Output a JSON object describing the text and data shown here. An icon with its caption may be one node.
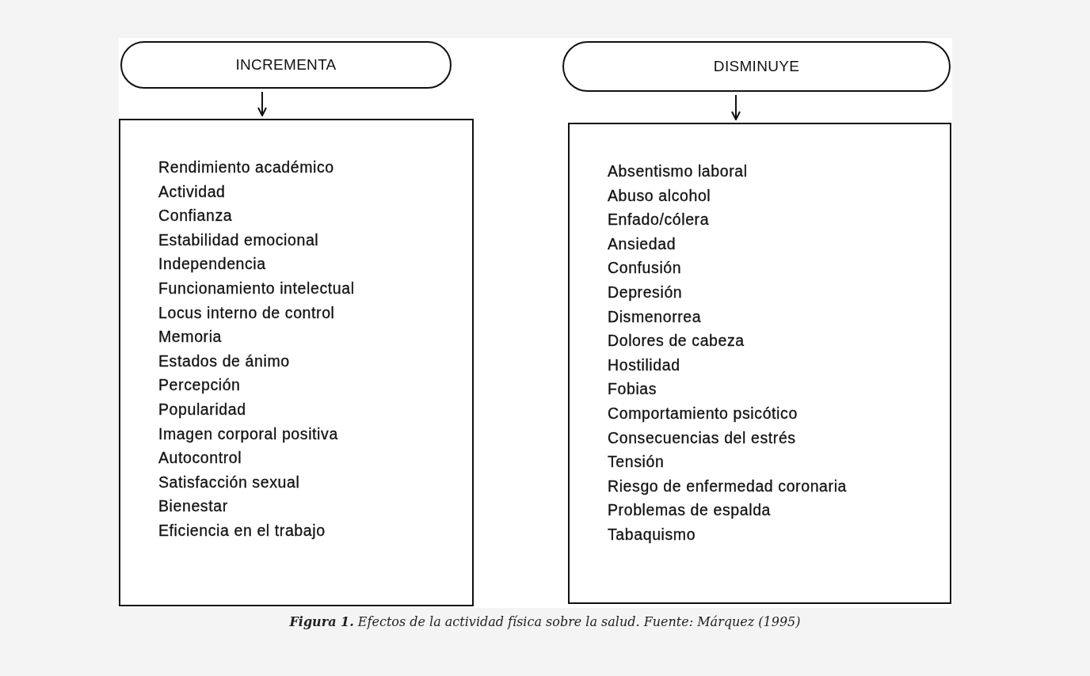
{
  "diagram": {
    "caption": "**Figura 1.** Efectos de la actividad física sobre la salud. Fuente: Márquez (1995)",
    "nodes": [
      {
        "text": [
          "INCREMENTA"
        ]
      },
      {
        "text": [
          "Rendimiento académico",
          "Actividad",
          "Confianza",
          "Estabilidad emocional",
          "Independencia",
          "Funcionamiento intelectual",
          "Locus interno de control",
          "Memoria",
          "Estados de ánimo",
          "Percepción",
          "Popularidad",
          "Imagen corporal positiva",
          "Autocontrol",
          "Satisfacción sexual",
          "Bienestar",
          "Eficiencia en el trabajo"
        ]
      },
      {
        "text": [
          "DISMINUYE"
        ]
      },
      {
        "text": [
          "Absentismo laboral",
          "Abuso alcohol",
          "Enfado/cólera",
          "Ansiedad",
          "Confusión",
          "Depresión",
          "Dismenorrea",
          "Dolores de cabeza",
          "Hostilidad",
          "Fobias",
          "Comportamiento psicótico",
          "Consecuencias del estrés",
          "Tensión",
          "Riesgo de enfermedad coronaria",
          "Problemas de espalda",
          "Tabaquismo"
        ]
      }
    ],
    "edges": [
      {
        "from": 0,
        "to": 1,
        "arrow": "to"
      },
      {
        "from": 2,
        "to": 3,
        "arrow": "to"
      }
    ]
  }
}
